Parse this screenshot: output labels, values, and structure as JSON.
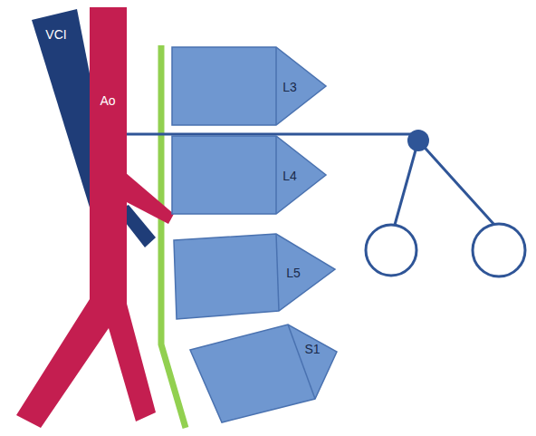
{
  "diagram": {
    "nodes": [
      {
        "text": [
          "VCI"
        ]
      },
      {
        "text": [
          "Ao"
        ]
      },
      {
        "text": [
          "L3"
        ]
      },
      {
        "text": [
          "L4"
        ]
      },
      {
        "text": [
          "L5"
        ]
      },
      {
        "text": [
          "S1"
        ]
      }
    ]
  }
}
